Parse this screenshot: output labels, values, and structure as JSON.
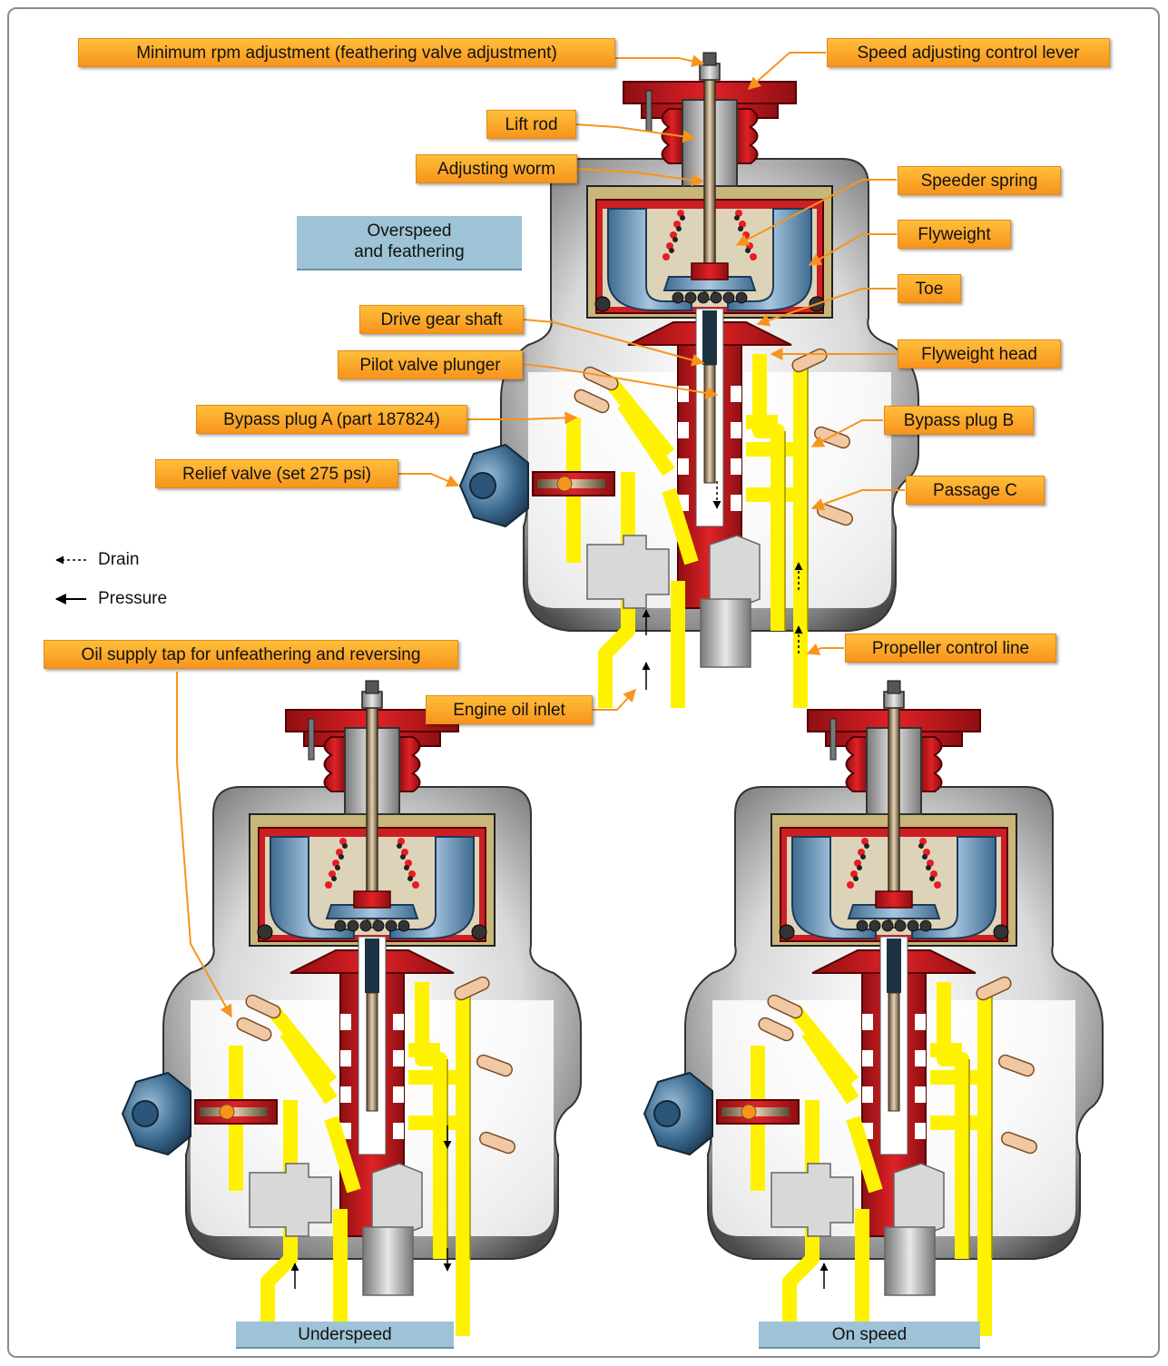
{
  "callouts": {
    "min_rpm": "Minimum rpm adjustment (feathering valve adjustment)",
    "speed_lever": "Speed adjusting control lever",
    "lift_rod": "Lift rod",
    "adjusting_worm": "Adjusting worm",
    "speeder_spring": "Speeder spring",
    "flyweight": "Flyweight",
    "toe": "Toe",
    "drive_gear_shaft": "Drive gear shaft",
    "flyweight_head": "Flyweight head",
    "pilot_valve_plunger": "Pilot valve plunger",
    "bypass_plug_a": "Bypass plug A (part 187824)",
    "bypass_plug_b": "Bypass plug B",
    "relief_valve": "Relief valve (set 275 psi)",
    "passage_c": "Passage C",
    "propeller_control_line": "Propeller control line",
    "oil_supply_tap": "Oil supply tap for unfeathering and reversing",
    "engine_oil_inlet": "Engine oil inlet"
  },
  "modes": {
    "overspeed": "Overspeed\nand feathering",
    "underspeed": "Underspeed",
    "on_speed": "On speed"
  },
  "legend": {
    "drain": "Drain",
    "pressure": "Pressure"
  },
  "colors": {
    "callout_fill": "#f7941d",
    "mode_fill": "#9ec3d6",
    "oil_yellow": "#fff200",
    "red_metal": "#d71920",
    "flyweight_blue": "#7fa4c4",
    "housing_gray": "#b8b8b8"
  }
}
